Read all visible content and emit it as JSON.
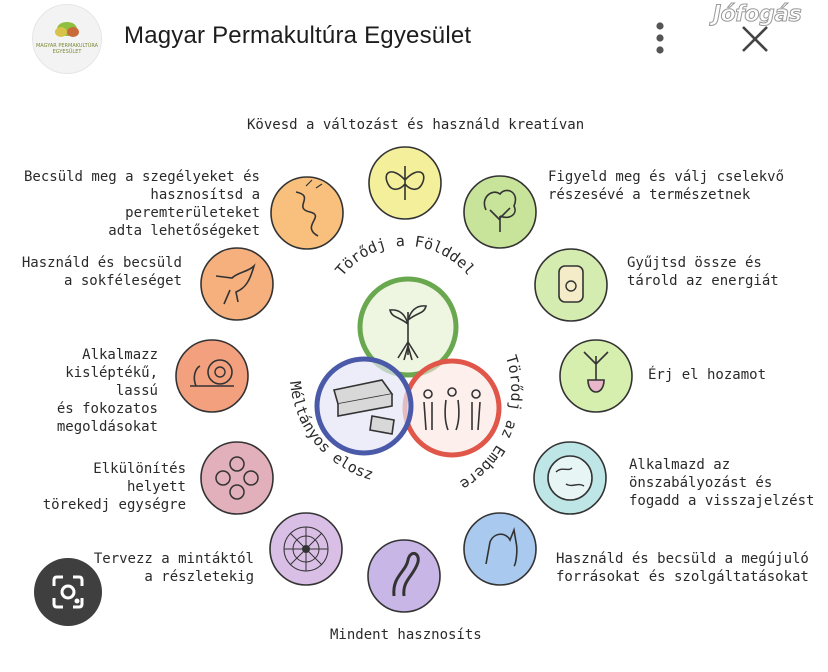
{
  "header": {
    "title": "Magyar Permakultúra Egyesület",
    "logo_text": "MAGYAR PERMAKULTÚRA EGYESÜLET",
    "watermark": "Jófogás"
  },
  "icons": {
    "more": "more-vert-icon",
    "close": "close-icon",
    "lens": "lens-search-icon"
  },
  "diagram": {
    "ethics": {
      "earth": "Törődj a Földdel",
      "people": "Törődj az Emberekkel",
      "share": "Méltányos elosztás"
    },
    "principles": [
      "Figyeld meg és válj cselekvő\nrészesévé a természetnek",
      "Gyűjtsd össze és\ntárold az energiát",
      "Érj el hozamot",
      "Alkalmazd az\nönszabályozást és\nfogadd a visszajelzést",
      "Használd és becsüld a megújuló\nforrásokat és szolgáltatásokat",
      "Mindent hasznosíts",
      "Tervezz a mintáktól\na részletekig",
      "Elkülönítés helyett\ntörekedj egységre",
      "Alkalmazz\nkisléptékű, lassú\nés fokozatos\nmegoldásokat",
      "Használd és becsüld\na sokféleséget",
      "Becsüld meg a szegélyeket és\nhasznosítsd a peremterületeket\nadta lehetőségeket",
      "Kövesd a változást és használd kreatívan"
    ],
    "colors": {
      "earth": "#6aa84f",
      "people": "#e0574a",
      "share": "#4a5aa8",
      "principles": [
        "#c7e49a",
        "#d5ecb0",
        "#d6eeae",
        "#bfe6e6",
        "#a9c9ee",
        "#c8b6e6",
        "#d9bfe6",
        "#e2b0bb",
        "#f2a07e",
        "#f6b07e",
        "#f8c07c",
        "#f3ef9a"
      ]
    }
  }
}
